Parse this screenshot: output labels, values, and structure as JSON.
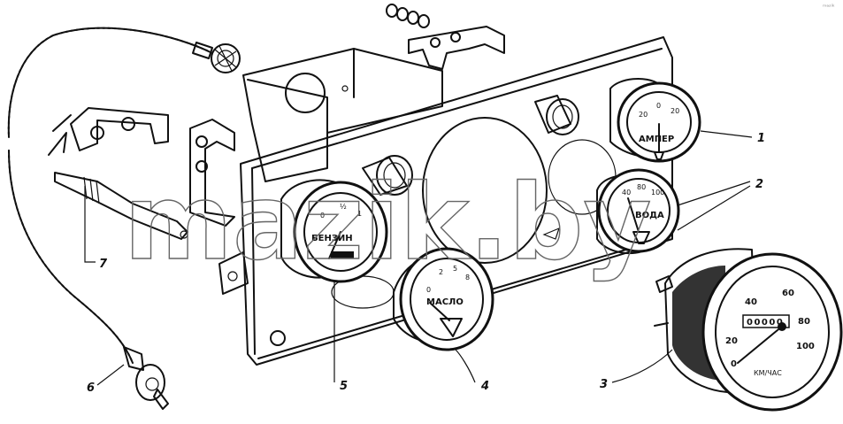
{
  "watermark": "mazik.by",
  "corner_mark": "ᵐᵃᶻⁱᵏ",
  "callouts": [
    {
      "id": "1",
      "label": "1"
    },
    {
      "id": "2",
      "label": "2"
    },
    {
      "id": "3",
      "label": "3"
    },
    {
      "id": "4",
      "label": "4"
    },
    {
      "id": "5",
      "label": "5"
    },
    {
      "id": "6",
      "label": "6"
    },
    {
      "id": "7",
      "label": "7"
    }
  ],
  "gauges": {
    "ammeter": {
      "label": "АМПЕР",
      "ticks": [
        "20",
        "0",
        "20"
      ]
    },
    "temperature": {
      "label": "ВОДА",
      "ticks": [
        "40",
        "80",
        "100"
      ]
    },
    "oil_pressure": {
      "label": "МАСЛО",
      "ticks": [
        "0",
        "2",
        "5",
        "8"
      ]
    },
    "fuel": {
      "label": "БЕНЗИН",
      "ticks": [
        "0",
        "½",
        "1"
      ]
    },
    "speedometer": {
      "unit": "КМ/ЧАС",
      "ticks": [
        "0",
        "20",
        "40",
        "60",
        "80",
        "100"
      ],
      "odometer": "00000"
    }
  }
}
